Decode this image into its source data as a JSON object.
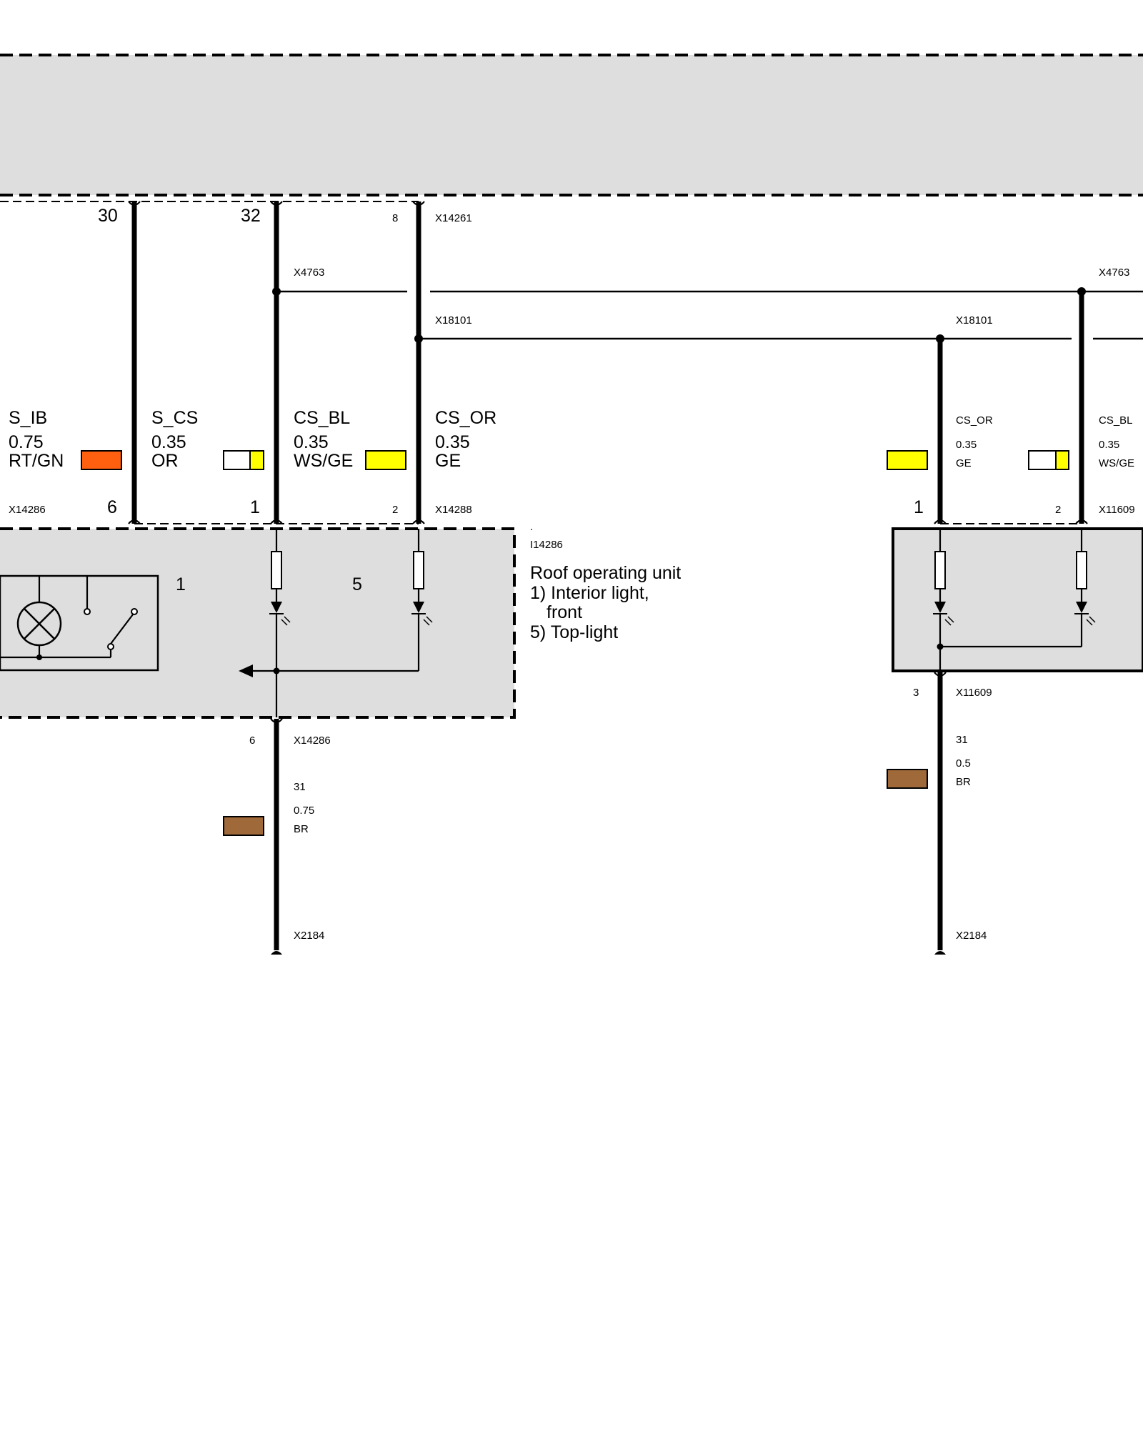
{
  "colors": {
    "module_fill": "#dedede",
    "RT/GN": "#ff6010",
    "OR": "#ffffff",
    "GE": "#ffff00",
    "BR": "#a0693a",
    "WS/GE": "#ffff00"
  },
  "icons": [
    "lamp-icon",
    "switch-icon",
    "resistor-icon",
    "led-icon",
    "arrow-left-icon",
    "ground-icon"
  ],
  "top_pins": {
    "p30": "30",
    "p32": "32",
    "p8": "8"
  },
  "connectors": {
    "x14261": "X14261",
    "x4763": "X4763",
    "x18101": "X18101",
    "x14286": "X14286",
    "x14288": "X14288",
    "x11609": "X11609",
    "x2184": "X2184",
    "x4763_r": "X4763",
    "x18101_r": "X18101",
    "x14286_b": "X14286",
    "x11609_b": "X11609",
    "x2184_r": "X2184"
  },
  "wires_left": [
    {
      "signal": "S_IB",
      "size": "0.75",
      "color": "RT/GN"
    },
    {
      "signal": "S_CS",
      "size": "0.35",
      "color": "OR"
    },
    {
      "signal": "CS_BL",
      "size": "0.35",
      "color": "WS/GE"
    },
    {
      "signal": "CS_OR",
      "size": "0.35",
      "color": "GE"
    }
  ],
  "wires_right": [
    {
      "signal": "CS_OR",
      "size": "0.35",
      "color": "GE"
    },
    {
      "signal": "CS_BL",
      "size": "0.35",
      "color": "WS/GE"
    }
  ],
  "bottom_pins": {
    "p6": "6",
    "p1": "1",
    "p2": "2",
    "p1r": "1",
    "p2r": "2"
  },
  "module": {
    "dot": ".",
    "id": "I14286",
    "title": "Roof operating unit",
    "line1": "1) Interior light,",
    "line2": "front",
    "line3": "5) Top-light",
    "ch1": "1",
    "ch5": "5"
  },
  "ground_left": {
    "pin": "6",
    "signal": "31",
    "size": "0.75",
    "color": "BR"
  },
  "ground_right": {
    "pin": "3",
    "signal": "31",
    "size": "0.5",
    "color": "BR"
  }
}
